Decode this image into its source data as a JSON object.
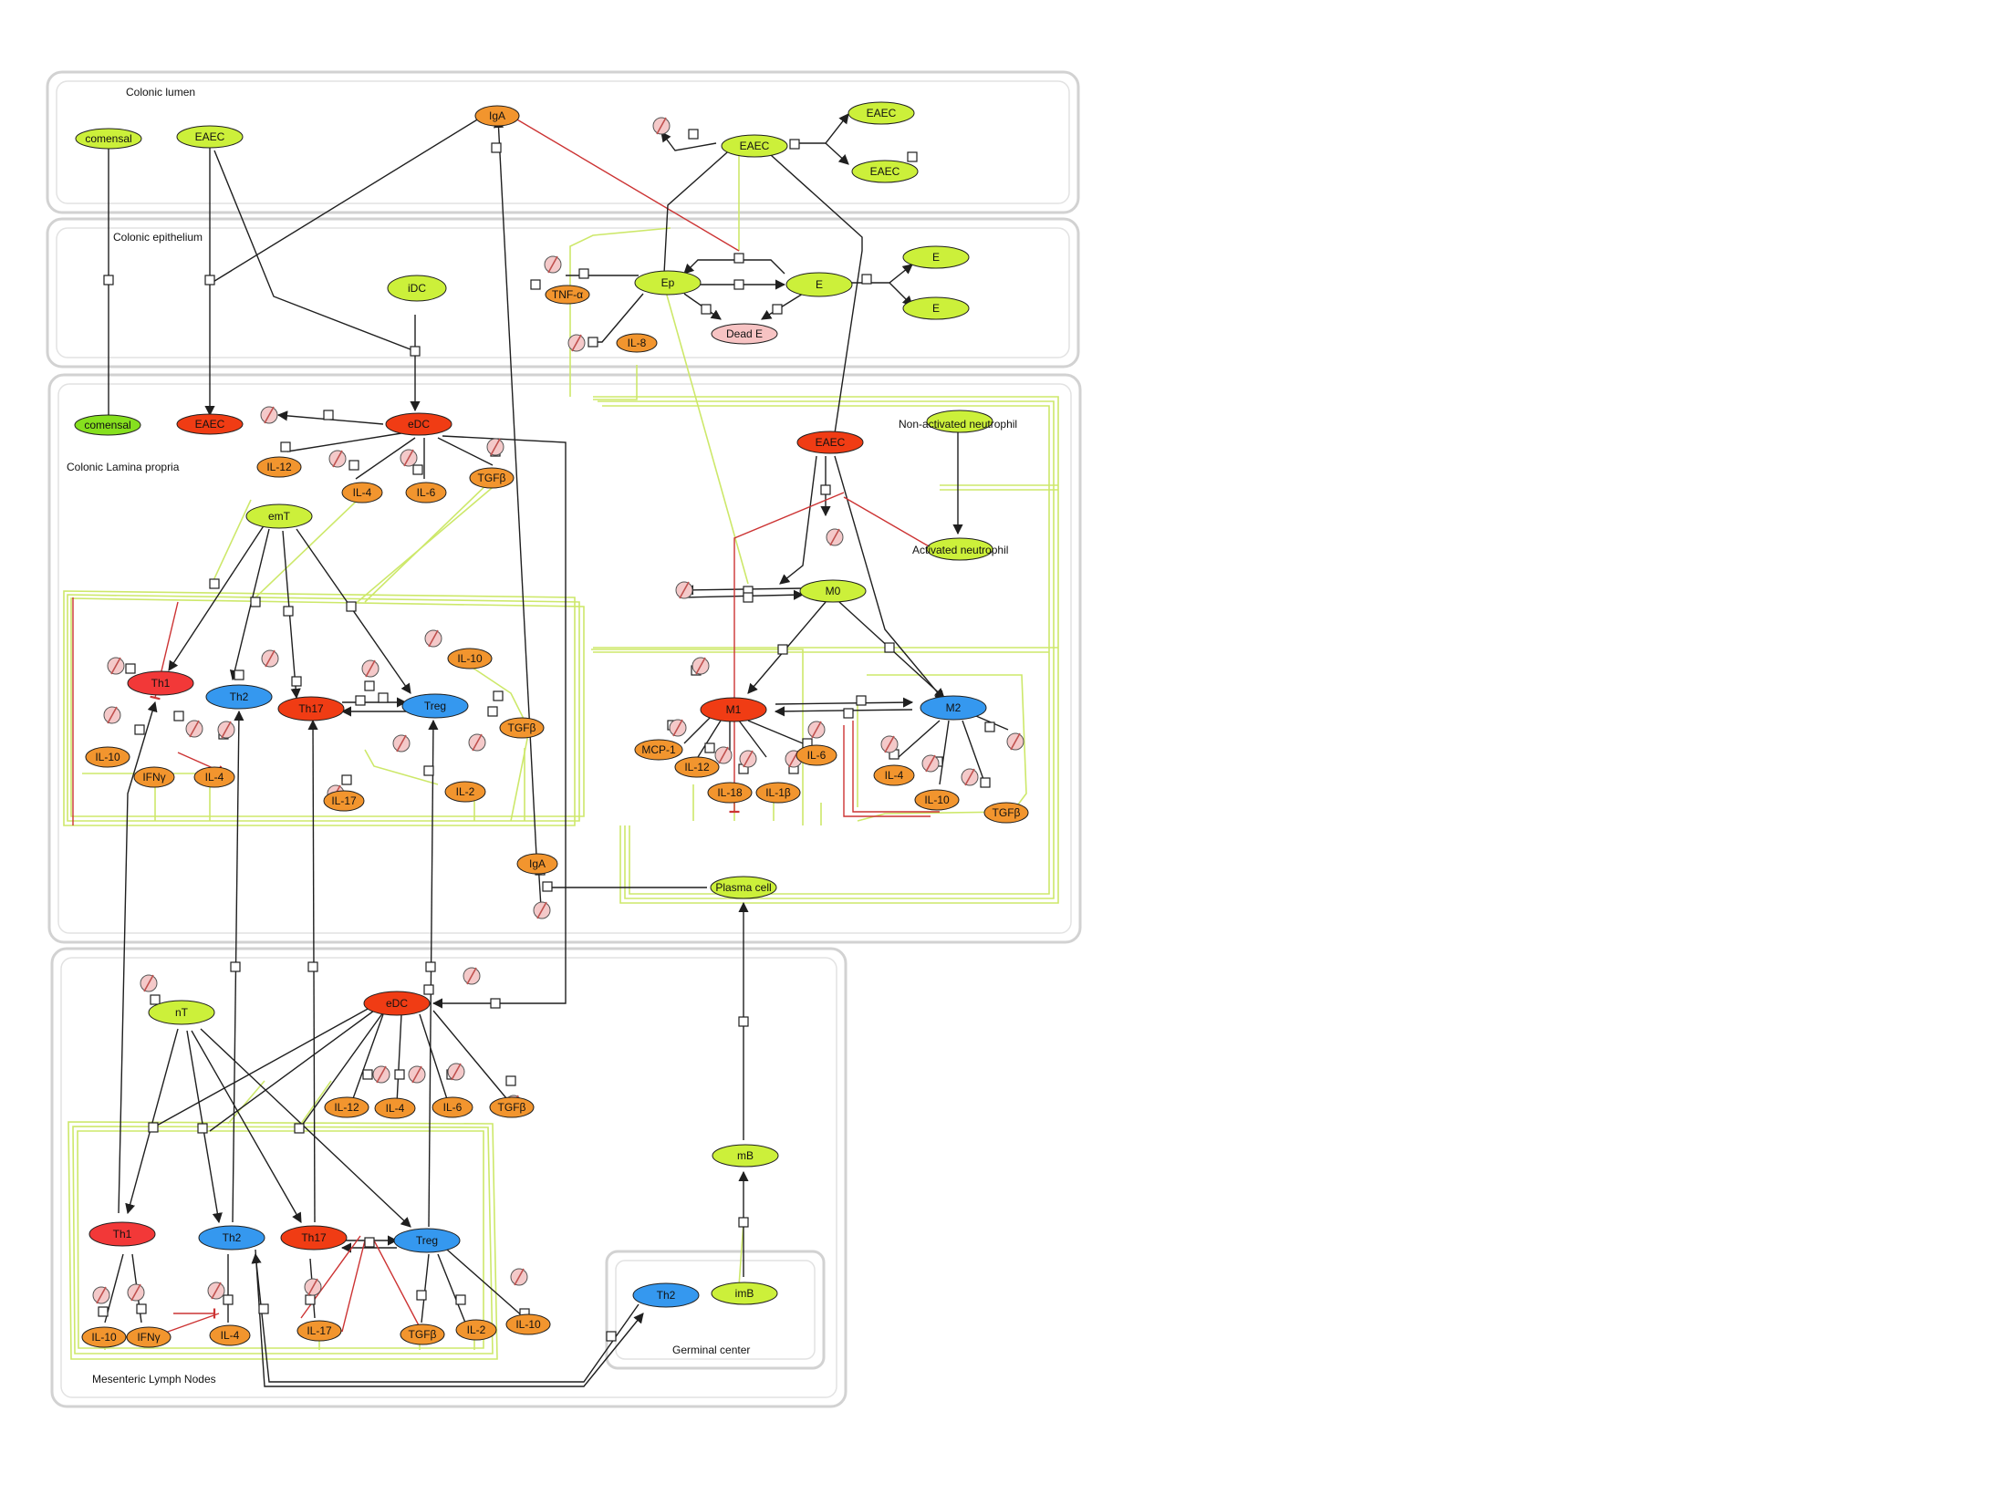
{
  "colors": {
    "lime": "#ccf03a",
    "bright_green": "#86e01e",
    "red": "#f03c14",
    "bright_red": "#f23838",
    "blue": "#3598ef",
    "orange": "#f2952e",
    "pink": "#f7c3c3",
    "sink": "#f4c9c9",
    "compartment_border": "#d2d2d2",
    "edge": "#1f1f1f",
    "inhibition": "#cc3333",
    "influence": "#cde86a"
  },
  "compartments": {
    "lumen": "Colonic lumen",
    "epithelium": "Colonic epithelium",
    "lamina": "Colonic Lamina propria",
    "mln": "Mesenteric Lymph Nodes",
    "gc": "Germinal center"
  },
  "labels": {
    "non_activated_neutrophil": "Non-activated neutrophil",
    "activated_neutrophil": "Activated neutrophil"
  },
  "nodes": [
    {
      "id": "lum_comensal",
      "label": "comensal",
      "color": "lime"
    },
    {
      "id": "lum_eaec",
      "label": "EAEC",
      "color": "lime"
    },
    {
      "id": "lum_iga",
      "label": "IgA",
      "color": "orange"
    },
    {
      "id": "lum_eaec2",
      "label": "EAEC",
      "color": "lime"
    },
    {
      "id": "lum_eaec_a",
      "label": "EAEC",
      "color": "lime"
    },
    {
      "id": "lum_eaec_b",
      "label": "EAEC",
      "color": "lime"
    },
    {
      "id": "ep_idc",
      "label": "iDC",
      "color": "lime"
    },
    {
      "id": "ep_tnf",
      "label": "TNF-α",
      "color": "orange"
    },
    {
      "id": "ep_ep",
      "label": "Ep",
      "color": "lime"
    },
    {
      "id": "ep_e",
      "label": "E",
      "color": "lime"
    },
    {
      "id": "ep_e1",
      "label": "E",
      "color": "lime"
    },
    {
      "id": "ep_e2",
      "label": "E",
      "color": "lime"
    },
    {
      "id": "ep_il8",
      "label": "IL-8",
      "color": "orange"
    },
    {
      "id": "ep_dead",
      "label": "Dead E",
      "color": "pink"
    },
    {
      "id": "lp_comensal",
      "label": "comensal",
      "color": "bright_green"
    },
    {
      "id": "lp_eaec",
      "label": "EAEC",
      "color": "red"
    },
    {
      "id": "lp_edc",
      "label": "eDC",
      "color": "red"
    },
    {
      "id": "lp_il12a",
      "label": "IL-12",
      "color": "orange"
    },
    {
      "id": "lp_il4a",
      "label": "IL-4",
      "color": "orange"
    },
    {
      "id": "lp_il6a",
      "label": "IL-6",
      "color": "orange"
    },
    {
      "id": "lp_tgfa",
      "label": "TGFβ",
      "color": "orange"
    },
    {
      "id": "lp_emt",
      "label": "emT",
      "color": "lime"
    },
    {
      "id": "lp_th1",
      "label": "Th1",
      "color": "bright_red"
    },
    {
      "id": "lp_th2",
      "label": "Th2",
      "color": "blue"
    },
    {
      "id": "lp_th17",
      "label": "Th17",
      "color": "red"
    },
    {
      "id": "lp_treg",
      "label": "Treg",
      "color": "blue"
    },
    {
      "id": "lp_il10a",
      "label": "IL-10",
      "color": "orange"
    },
    {
      "id": "lp_tgfb",
      "label": "TGFβ",
      "color": "orange"
    },
    {
      "id": "lp_il10b",
      "label": "IL-10",
      "color": "orange"
    },
    {
      "id": "lp_ifng",
      "label": "IFNγ",
      "color": "orange"
    },
    {
      "id": "lp_il4b",
      "label": "IL-4",
      "color": "orange"
    },
    {
      "id": "lp_il17",
      "label": "IL-17",
      "color": "orange"
    },
    {
      "id": "lp_il2",
      "label": "IL-2",
      "color": "orange"
    },
    {
      "id": "lp_iga",
      "label": "IgA",
      "color": "orange"
    },
    {
      "id": "lp_plasma",
      "label": "Plasma cell",
      "color": "lime"
    },
    {
      "id": "lp_eaec2",
      "label": "EAEC",
      "color": "red"
    },
    {
      "id": "lp_nan",
      "label": "",
      "color": "lime"
    },
    {
      "id": "lp_an",
      "label": "",
      "color": "lime"
    },
    {
      "id": "lp_m0",
      "label": "M0",
      "color": "lime"
    },
    {
      "id": "lp_m1",
      "label": "M1",
      "color": "red"
    },
    {
      "id": "lp_m2",
      "label": "M2",
      "color": "blue"
    },
    {
      "id": "lp_mcp",
      "label": "MCP-1",
      "color": "orange"
    },
    {
      "id": "lp_il12b",
      "label": "IL-12",
      "color": "orange"
    },
    {
      "id": "lp_il18",
      "label": "IL-18",
      "color": "orange"
    },
    {
      "id": "lp_il1b",
      "label": "IL-1β",
      "color": "orange"
    },
    {
      "id": "lp_il6b",
      "label": "IL-6",
      "color": "orange"
    },
    {
      "id": "lp_il4c",
      "label": "IL-4",
      "color": "orange"
    },
    {
      "id": "lp_il10c",
      "label": "IL-10",
      "color": "orange"
    },
    {
      "id": "lp_tgfc",
      "label": "TGFβ",
      "color": "orange"
    },
    {
      "id": "ml_nt",
      "label": "nT",
      "color": "lime"
    },
    {
      "id": "ml_edc",
      "label": "eDC",
      "color": "red"
    },
    {
      "id": "ml_il12",
      "label": "IL-12",
      "color": "orange"
    },
    {
      "id": "ml_il4a",
      "label": "IL-4",
      "color": "orange"
    },
    {
      "id": "ml_il6",
      "label": "IL-6",
      "color": "orange"
    },
    {
      "id": "ml_tgfa",
      "label": "TGFβ",
      "color": "orange"
    },
    {
      "id": "ml_th1",
      "label": "Th1",
      "color": "bright_red"
    },
    {
      "id": "ml_th2",
      "label": "Th2",
      "color": "blue"
    },
    {
      "id": "ml_th17",
      "label": "Th17",
      "color": "red"
    },
    {
      "id": "ml_treg",
      "label": "Treg",
      "color": "blue"
    },
    {
      "id": "ml_il10a",
      "label": "IL-10",
      "color": "orange"
    },
    {
      "id": "ml_ifng",
      "label": "IFNγ",
      "color": "orange"
    },
    {
      "id": "ml_il4b",
      "label": "IL-4",
      "color": "orange"
    },
    {
      "id": "ml_il17",
      "label": "IL-17",
      "color": "orange"
    },
    {
      "id": "ml_tgfb",
      "label": "TGFβ",
      "color": "orange"
    },
    {
      "id": "ml_il2",
      "label": "IL-2",
      "color": "orange"
    },
    {
      "id": "ml_il10b",
      "label": "IL-10",
      "color": "orange"
    },
    {
      "id": "ml_mb",
      "label": "mB",
      "color": "lime"
    },
    {
      "id": "gc_th2",
      "label": "Th2",
      "color": "blue"
    },
    {
      "id": "gc_imb",
      "label": "imB",
      "color": "lime"
    }
  ]
}
